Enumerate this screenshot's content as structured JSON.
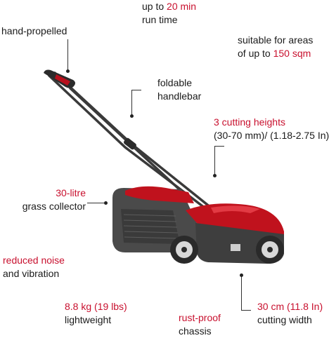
{
  "features": {
    "run_time": {
      "prefix": "up to ",
      "highlight": "20 min",
      "line2": "run time"
    },
    "self_propelled": {
      "text": "hand-propelled"
    },
    "area": {
      "line1": "suitable for areas",
      "prefix": "of up to ",
      "highlight": "150 sqm"
    },
    "handlebar": {
      "line1": "foldable",
      "line2": "handlebar"
    },
    "cutting_heights": {
      "highlight": "3 cutting heights",
      "line2": "(30-70 mm)/ (1.18-2.75 In)"
    },
    "grass_collector": {
      "highlight": "30-litre",
      "line2": "grass collector"
    },
    "noise": {
      "highlight": "reduced noise",
      "line2": "and vibration"
    },
    "weight": {
      "highlight": "8.8 kg (19 lbs)",
      "line2": "lightweight"
    },
    "chassis": {
      "highlight": "rust-proof",
      "line2": "chassis"
    },
    "cutting_width": {
      "highlight": "30 cm (11.8 In)",
      "line2": "cutting width"
    }
  },
  "colors": {
    "accent": "#c8102e",
    "mower_red": "#c0121d",
    "mower_grey": "#4a4a4a",
    "text": "#1a1a1a"
  }
}
